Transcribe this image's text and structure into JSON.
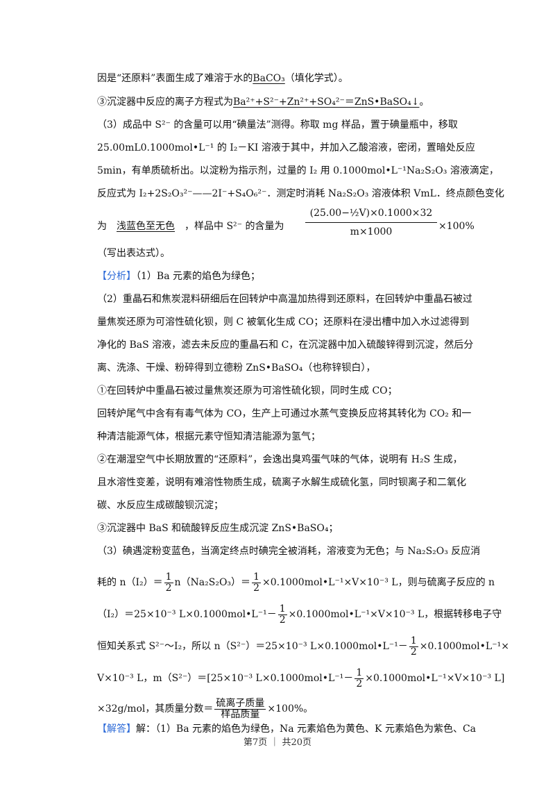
{
  "lines": {
    "l1": "因是“还原料”表面生成了难溶于水的",
    "l1_answer": "BaCO₃",
    "l1_tail": "（填化学式）。",
    "l2": "③沉淀器中反应的离子方程式为",
    "l2_answer": "Ba²⁺+S²⁻+Zn²⁺+SO₄²⁻＝ZnS•BaSO₄↓",
    "l2_tail": "。",
    "l3": "（3）成品中 S²⁻ 的含量可以用“碘量法”测得。称取 mg 样品，置于碘量瓶中，移取",
    "l4": "25.00mL0.1000mol•L⁻¹ 的 I₂－KI 溶液于其中，并加入乙酸溶液，密闭，置暗处反应",
    "l5": "5min，有单质硫析出。以淀粉为指示剂，过量的 I₂ 用 0.1000mol•L⁻¹Na₂S₂O₃ 溶液滴定，",
    "l6": "反应式为 I₂+2S₂O₃²⁻——2I⁻+S₄O₆²⁻．测定时消耗 Na₂S₂O₃ 溶液体积 VmL．终点颜色变化",
    "l7_head": "为",
    "l7_answer": "浅蓝色至无色",
    "l7_mid": "，样品中 S²⁻ 的含量为",
    "l7_frac_num": "(25.00−½V)×0.1000×32",
    "l7_frac_den": "m×1000",
    "l7_tail": "×100%",
    "l8": "（写出表达式）。",
    "analysis_tag": "【分析】",
    "l9": "（1）Ba 元素的焰色为绿色；",
    "l10": "（2）重晶石和焦炭混料研细后在回转炉中高温加热得到还原料，在回转炉中重晶石被过",
    "l11": "量焦炭还原为可溶性硫化钡，则 C 被氧化生成 CO；还原料在浸出槽中加入水过滤得到",
    "l12": "净化的 BaS 溶液，滤去未反应的重晶石和 C，在沉淀器中加入硫酸锌得到沉淀，然后分",
    "l13": "离、洗涤、干燥、粉碎得到立德粉 ZnS•BaSO₄（也称锌钡白），",
    "l14": "①在回转炉中重晶石被过量焦炭还原为可溶性硫化钡，同时生成 CO；",
    "l15": "回转炉尾气中含有有毒气体为 CO，生产上可通过水蒸气变换反应将其转化为 CO₂ 和一",
    "l16": "种清洁能源气体，根据元素守恒知清洁能源为氢气；",
    "l17": "②在潮湿空气中长期放置的“还原料”，会逸出臭鸡蛋气味的气体，说明有 H₂S 生成，",
    "l18": "且水溶性变差，说明有难溶性物质生成，硫离子水解生成硫化氢，同时钡离子和二氧化",
    "l19": "碳、水反应生成碳酸钡沉淀；",
    "l20": "③沉淀器中 BaS 和硫酸锌反应生成沉淀 ZnS•BaSO₄；",
    "l21": "（3）碘遇淀粉变蓝色，当滴定终点时碘完全被消耗，溶液变为无色；与 Na₂S₂O₃ 反应消",
    "l22a": "耗的 n（I₂）＝",
    "l22b": "n（Na₂S₂O₃）＝",
    "l22c": "×0.1000mol•L⁻¹×V×10⁻³ L，则与硫离子反应的 n",
    "l23a": "（I₂）＝25×10⁻³ L×0.1000mol•L⁻¹－",
    "l23b": "×0.1000mol•L⁻¹×V×10⁻³ L，根据转移电子守",
    "l24a": "恒知关系式 S²⁻～I₂，所以 n（S²⁻）＝25×10⁻³ L×0.1000mol•L⁻¹－",
    "l24b": "×0.1000mol•L⁻¹×",
    "l25a": "V×10⁻³ L，m（S²⁻）＝[25×10⁻³ L×0.1000mol•L⁻¹－",
    "l25b": "×0.1000mol•L⁻¹×V×10⁻³ L]",
    "l26a": "×32g/mol，其质量分数＝",
    "l26_num": "硫离子质量",
    "l26_den": "样品质量",
    "l26b": "×100%。",
    "answer_tag": "【解答】",
    "l27": "解：（1）Ba 元素的焰色为绿色，Na 元素焰色为黄色、K 元素焰色为紫色、Ca",
    "half_num": "1",
    "half_den": "2"
  },
  "footer": "第7页 ｜ 共20页",
  "colors": {
    "tag": "#2e6bd8",
    "text": "#111111"
  }
}
